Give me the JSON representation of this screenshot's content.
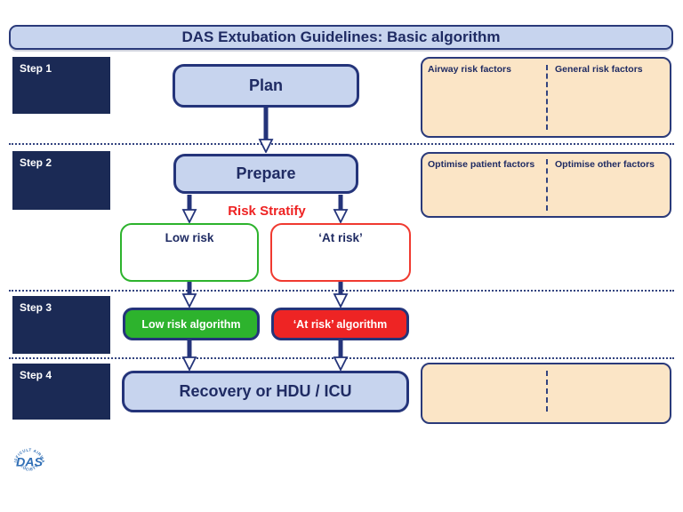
{
  "title": "DAS Extubation Guidelines: Basic algorithm",
  "steps": [
    {
      "label": "Step 1"
    },
    {
      "label": "Step 2"
    },
    {
      "label": "Step 3"
    },
    {
      "label": "Step 4"
    }
  ],
  "flow": {
    "plan_label": "Plan",
    "prepare_label": "Prepare",
    "risk_stratify_label": "Risk Stratify",
    "low_risk_label": "Low risk",
    "at_risk_label": "‘At risk’",
    "low_risk_algorithm_label": "Low risk algorithm",
    "at_risk_algorithm_label": "‘At risk’ algorithm",
    "recovery_label": "Recovery or HDU / ICU"
  },
  "side_panels": [
    {
      "left_header": "Airway risk factors",
      "right_header": "General risk factors"
    },
    {
      "left_header": "Optimise patient factors",
      "right_header": "Optimise other factors"
    },
    {
      "left_header": "",
      "right_header": ""
    }
  ],
  "logo": {
    "center_text": "DAS",
    "arc_top_text": "DIFFICULT AIRWAY",
    "arc_bottom_text": "SOCIETY"
  },
  "colors": {
    "navy": "#1f2b5e",
    "light_blue": "#c7d4ee",
    "tan": "#fbe5c6",
    "green": "#2db32d",
    "red": "#ee2424",
    "red_text": "#ee2222",
    "logo_blue": "#2f6eb5"
  }
}
